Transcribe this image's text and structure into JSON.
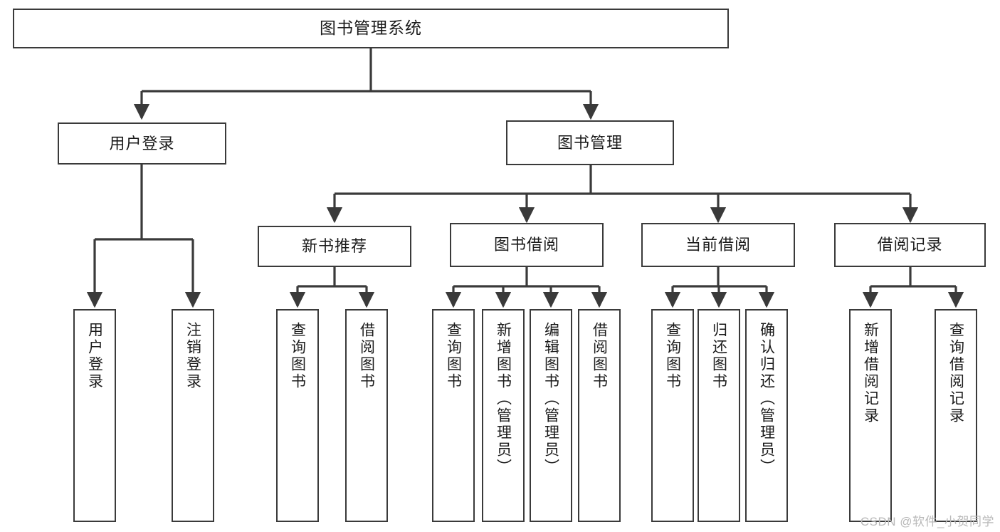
{
  "diagram": {
    "type": "tree-hierarchy-flowchart",
    "title": "图书管理系统",
    "edge_style": "orthogonal-elbow-with-arrowhead",
    "colors": {
      "box_border": "#3a3a3a",
      "box_fill": "#ffffff",
      "edge": "#3a3a3a",
      "text": "#1b1b1b",
      "background": "#ffffff",
      "watermark": "#b9b9b9"
    },
    "root": {
      "id": "root",
      "label": "图书管理系统"
    },
    "level1": [
      {
        "id": "user-login",
        "label": "用户登录"
      },
      {
        "id": "book-manage",
        "label": "图书管理"
      }
    ],
    "level2": [
      {
        "id": "new-book-rec",
        "label": "新书推荐",
        "parent": "book-manage"
      },
      {
        "id": "book-borrow",
        "label": "图书借阅",
        "parent": "book-manage"
      },
      {
        "id": "current-borrow",
        "label": "当前借阅",
        "parent": "book-manage"
      },
      {
        "id": "borrow-record",
        "label": "借阅记录",
        "parent": "book-manage"
      }
    ],
    "leaves": [
      {
        "id": "leaf-user-login",
        "label": "用户登录",
        "parent": "user-login"
      },
      {
        "id": "leaf-user-logout",
        "label": "注销登录",
        "parent": "user-login"
      },
      {
        "id": "leaf-query-book-1",
        "label": "查询图书",
        "parent": "new-book-rec"
      },
      {
        "id": "leaf-borrow-book-1",
        "label": "借阅图书",
        "parent": "new-book-rec"
      },
      {
        "id": "leaf-query-book-2",
        "label": "查询图书",
        "parent": "book-borrow"
      },
      {
        "id": "leaf-add-book",
        "label": "新增图书（管理员）",
        "parent": "book-borrow"
      },
      {
        "id": "leaf-edit-book",
        "label": "编辑图书（管理员）",
        "parent": "book-borrow"
      },
      {
        "id": "leaf-borrow-book-2",
        "label": "借阅图书",
        "parent": "book-borrow"
      },
      {
        "id": "leaf-query-book-3",
        "label": "查询图书",
        "parent": "current-borrow"
      },
      {
        "id": "leaf-return-book",
        "label": "归还图书",
        "parent": "current-borrow"
      },
      {
        "id": "leaf-confirm-return",
        "label": "确认归还（管理员）",
        "parent": "current-borrow"
      },
      {
        "id": "leaf-add-record",
        "label": "新增借阅记录",
        "parent": "borrow-record"
      },
      {
        "id": "leaf-query-record",
        "label": "查询借阅记录",
        "parent": "borrow-record"
      }
    ],
    "watermark": "CSDN @软件_小贺同学"
  }
}
